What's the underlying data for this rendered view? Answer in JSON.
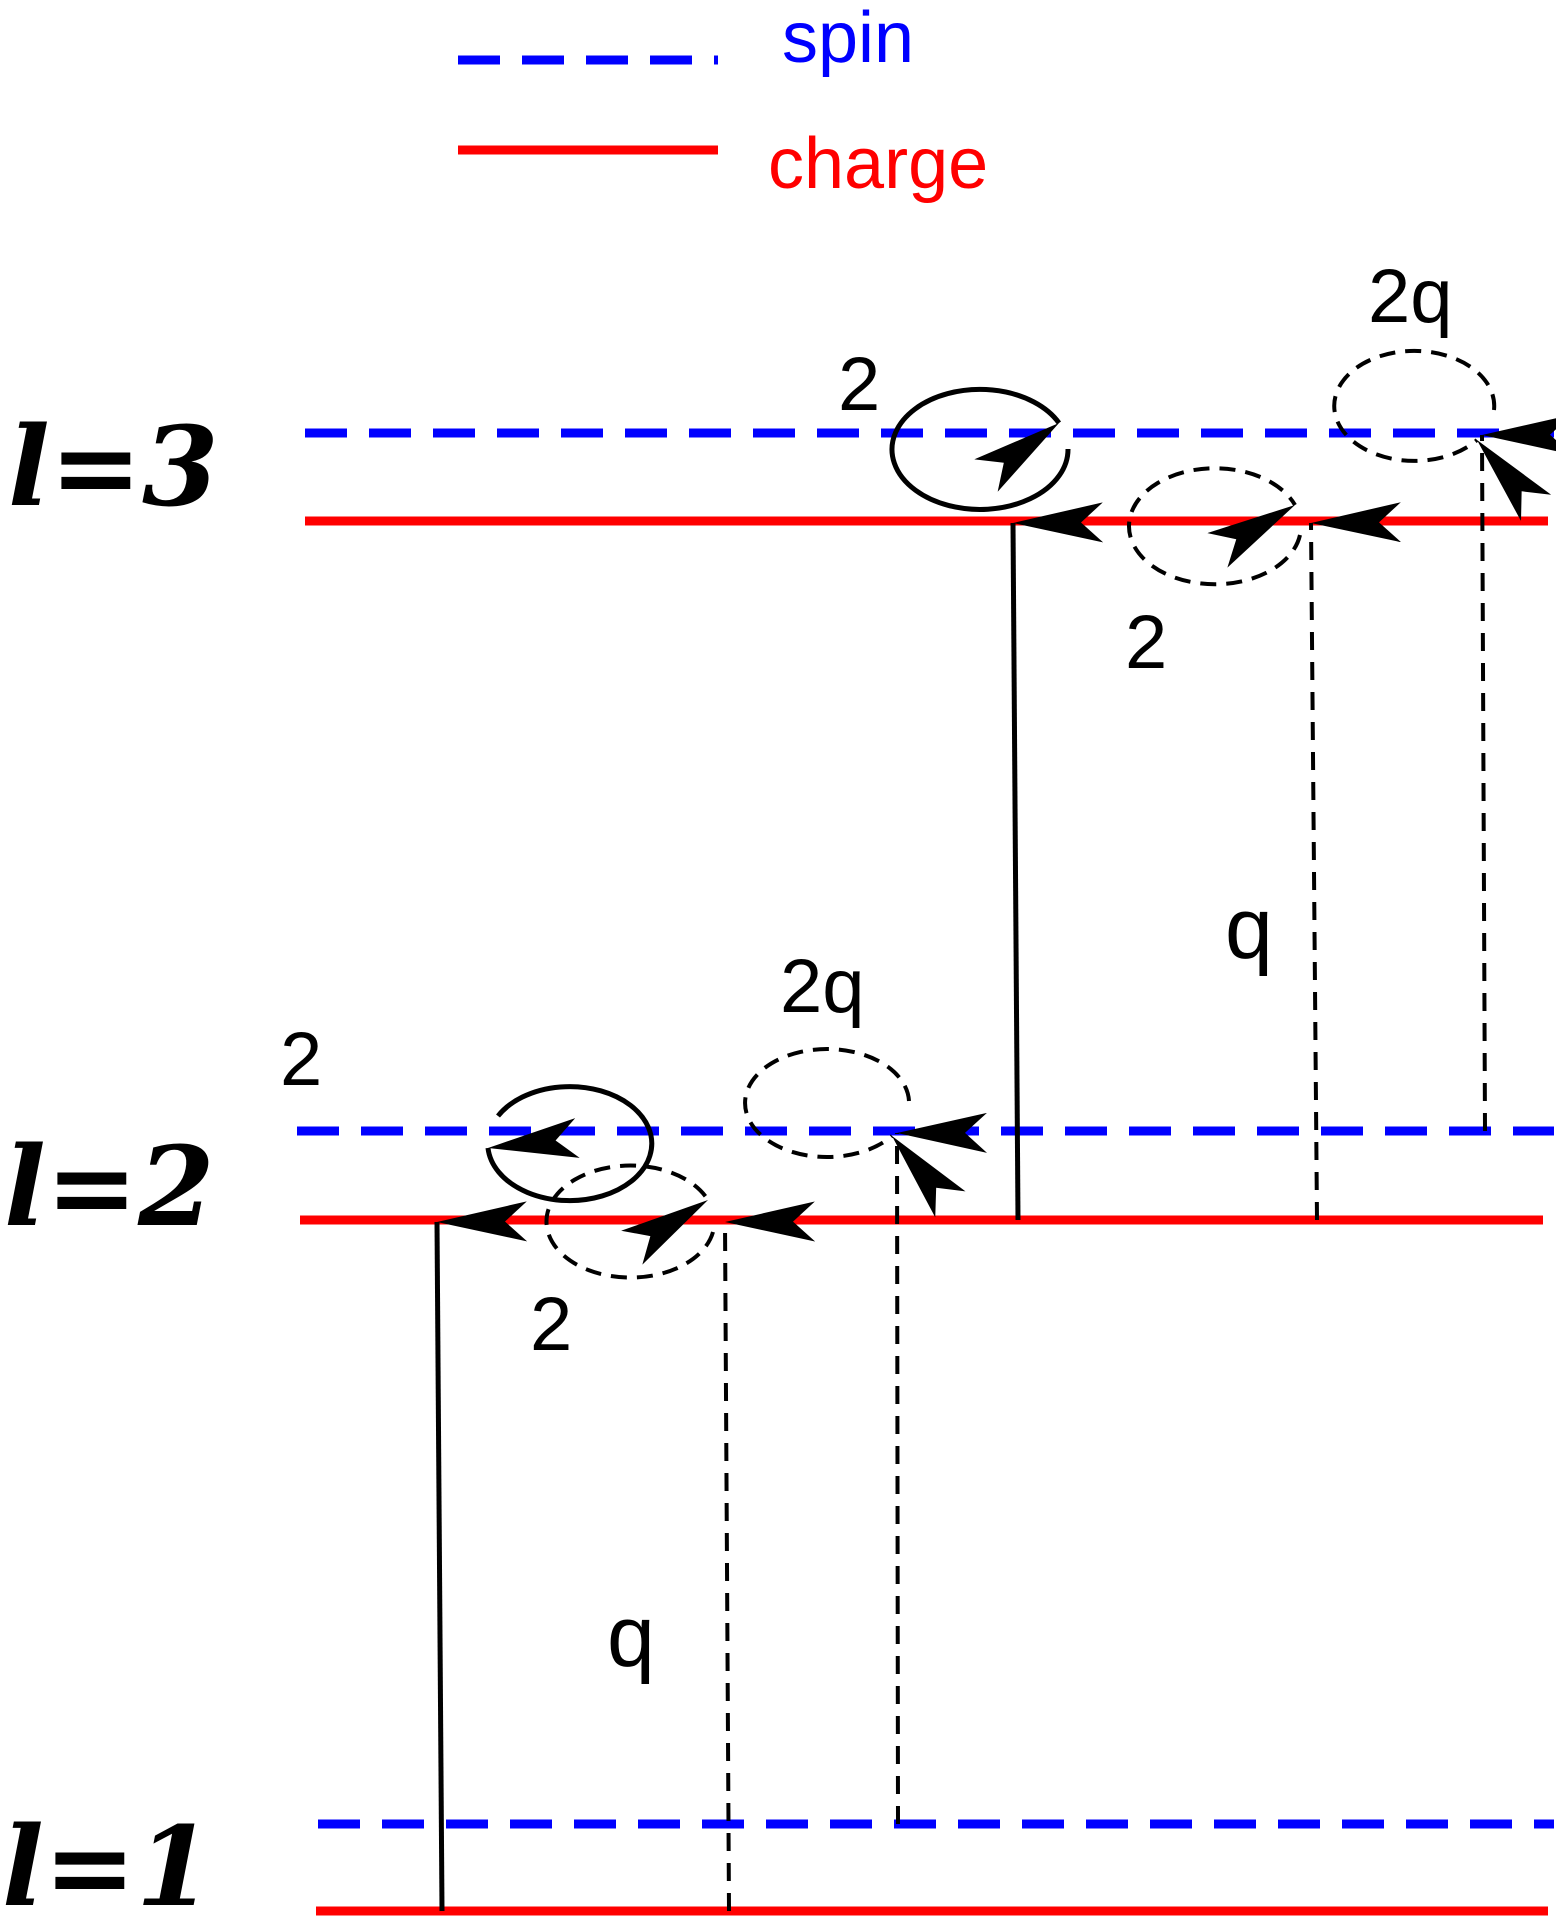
{
  "legend": {
    "spin_label": "spin",
    "charge_label": "charge",
    "spin_color": "#0000FF",
    "charge_color": "#FF0000"
  },
  "levels": [
    {
      "label": "l=3"
    },
    {
      "label": "l=2"
    },
    {
      "label": "l=1"
    }
  ],
  "annotations": {
    "l2_spin_loop": "2",
    "l2_charge_loop": "2",
    "l2_2q_loop": "2q",
    "l1_to_l2_q": "q",
    "l3_spin_loop": "2",
    "l3_charge_loop": "2",
    "l3_2q_loop": "2q",
    "l2_to_l3_q": "q"
  },
  "colors": {
    "arrow": "#000000",
    "background": "#FFFFFF"
  }
}
